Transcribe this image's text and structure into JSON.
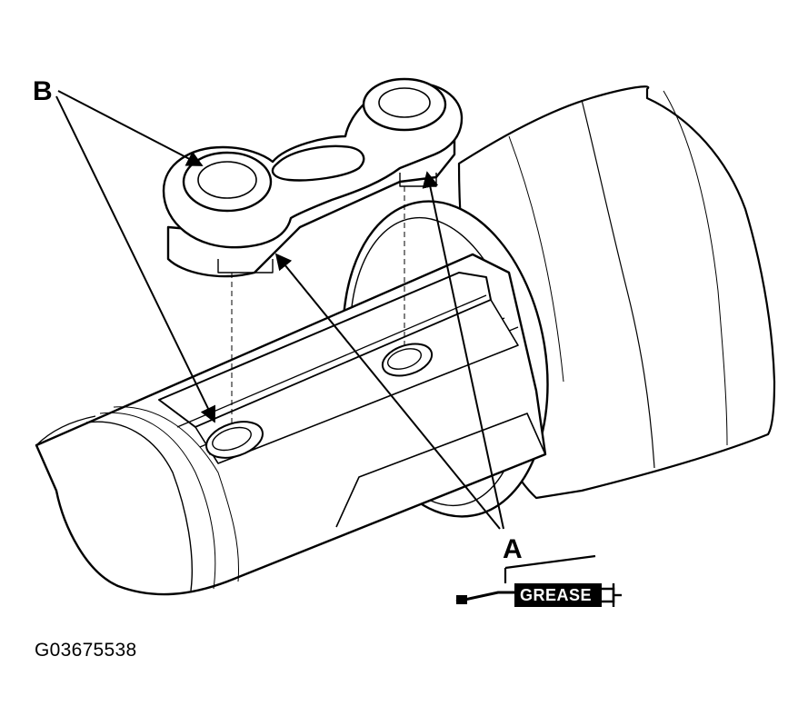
{
  "labels": {
    "b": "B",
    "a": "A",
    "grease": "GREASE"
  },
  "figure_id": "G03675538",
  "colors": {
    "ink": "#000000",
    "paper": "#ffffff"
  }
}
